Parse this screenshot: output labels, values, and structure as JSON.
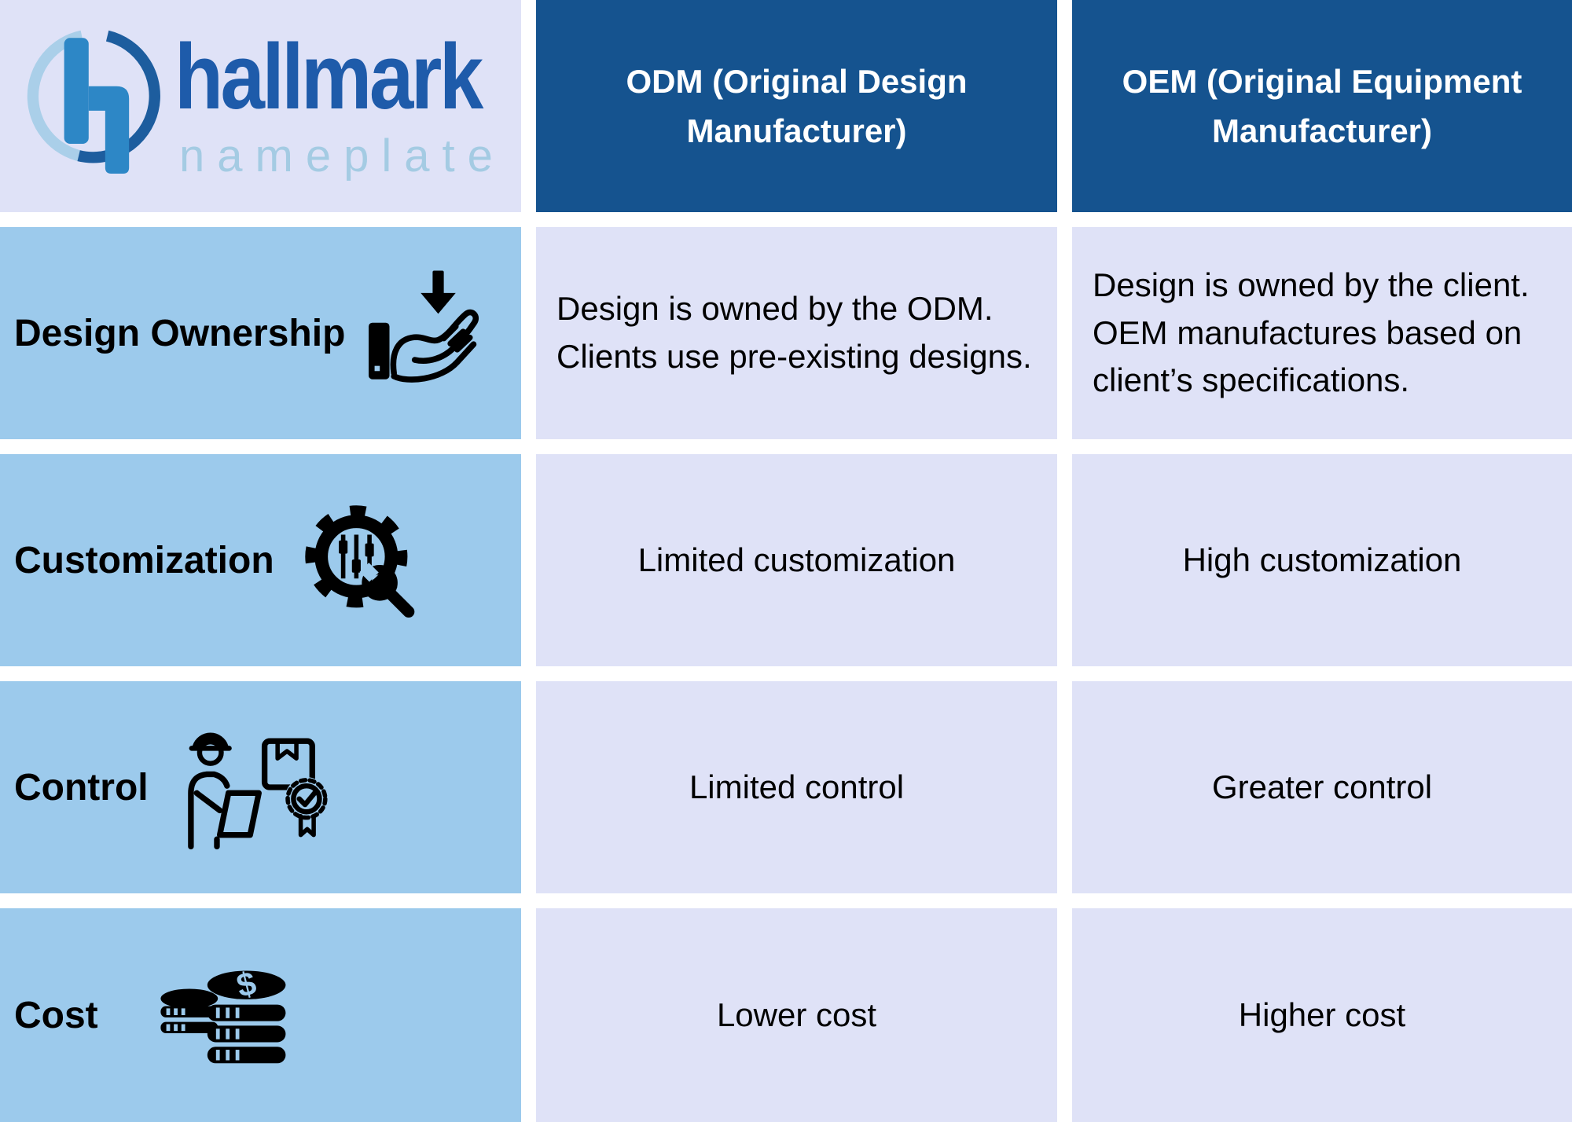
{
  "logo": {
    "brand": "hallmark",
    "sub": "nameplate"
  },
  "table": {
    "columns": [
      "ODM (Original Design Manufacturer)",
      "OEM (Original Equipment Manufacturer)"
    ],
    "rows": [
      {
        "label": "Design Ownership",
        "icon": "hand-receive-icon",
        "odm": "Design is owned by the ODM. Clients use pre-existing designs.",
        "oem": "Design is owned by the client. OEM manufactures based on client’s specifications."
      },
      {
        "label": "Customization",
        "icon": "gear-sliders-wrench-icon",
        "odm": "Limited customization",
        "oem": "High customization"
      },
      {
        "label": "Control",
        "icon": "worker-quality-package-icon",
        "odm": "Limited control",
        "oem": "Greater control"
      },
      {
        "label": "Cost",
        "icon": "coin-stacks-icon",
        "odm": "Lower cost",
        "oem": "Higher cost"
      }
    ]
  },
  "colors": {
    "header_bg": "#15538f",
    "header_text": "#ffffff",
    "label_bg": "#9ccaec",
    "cell_bg": "#dfe2f7",
    "gap": "#ffffff",
    "text": "#000000",
    "icon": "#000000",
    "logo_dark": "#1e5baa",
    "logo_mid": "#2d87c6",
    "logo_light": "#a4cbe3",
    "logo_arc_dark": "#1d5d9e",
    "logo_arc_light": "#aacfe9"
  }
}
